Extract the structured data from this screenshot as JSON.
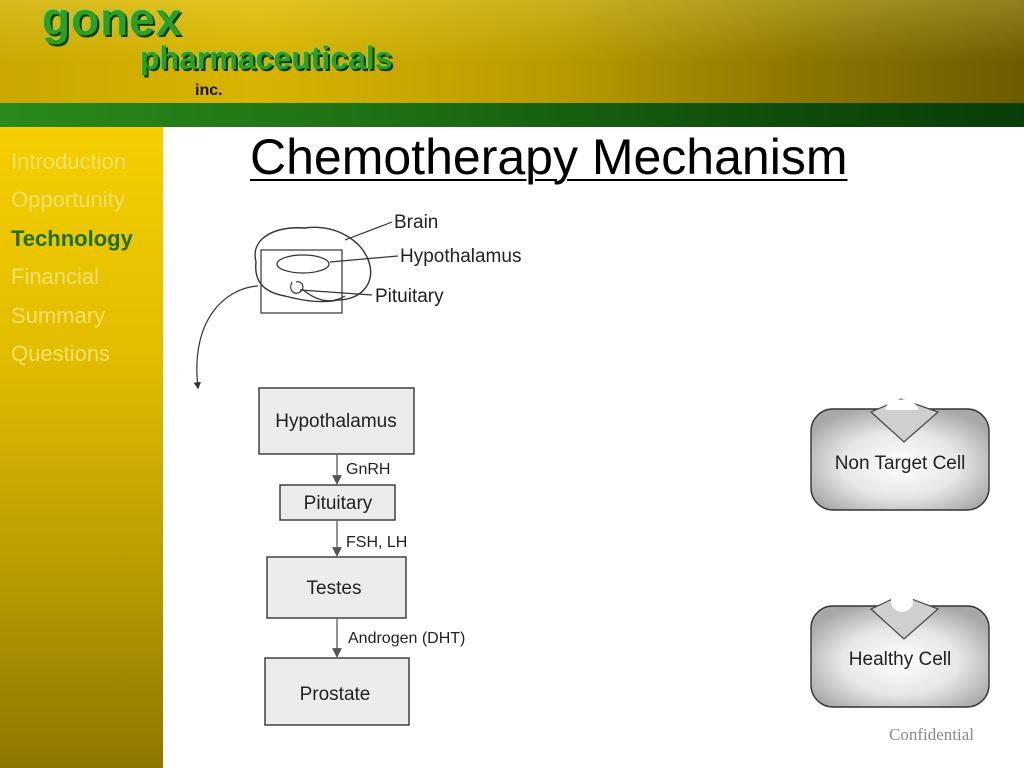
{
  "brand": {
    "name": "gonex",
    "sub": "pharmaceuticals",
    "inc": "inc."
  },
  "nav": {
    "items": [
      "Introduction",
      "Opportunity",
      "Technology",
      "Financial",
      "Summary",
      "Questions"
    ],
    "active": "Technology"
  },
  "title": "Chemotherapy Mechanism",
  "brain_labels": {
    "brain": "Brain",
    "hypothalamus": "Hypothalamus",
    "pituitary": "Pituitary"
  },
  "flow": {
    "boxes": [
      "Hypothalamus",
      "Pituitary",
      "Testes",
      "Prostate"
    ],
    "arrows": [
      "GnRH",
      "FSH, LH",
      "Androgen (DHT)"
    ]
  },
  "cells": {
    "non_target": "Non Target Cell",
    "healthy": "Healthy Cell"
  },
  "footer": {
    "confidential": "Confidential"
  },
  "colors": {
    "header_gold": "#c9a800",
    "green": "#2f9e24",
    "sidebar_gold": "#f5cf00",
    "nav_inactive": "#f3e16a",
    "nav_active": "#1d6e14"
  }
}
